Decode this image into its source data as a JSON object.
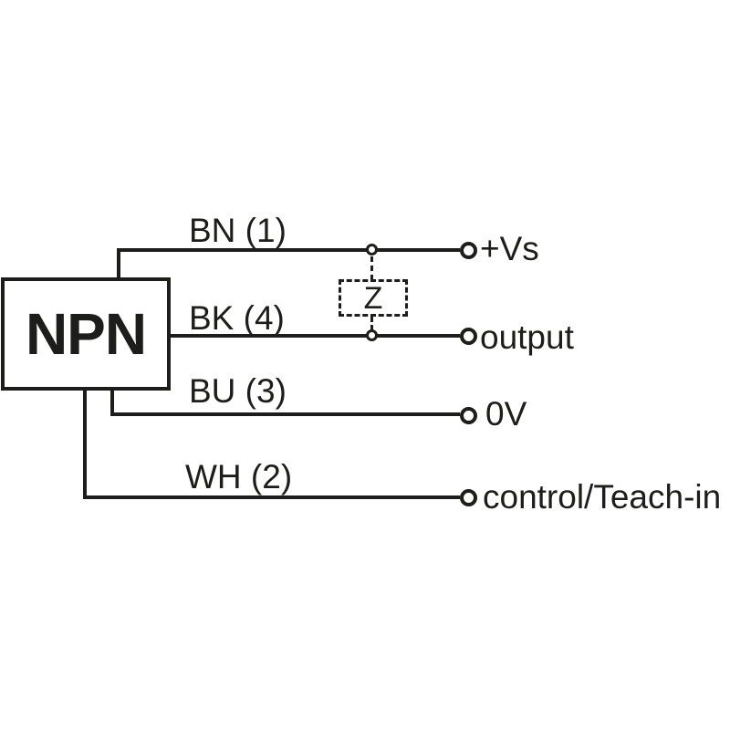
{
  "colors": {
    "ink": "#1d1d1b",
    "paper": "#ffffff"
  },
  "device": {
    "label": "NPN"
  },
  "load": {
    "label": "Z"
  },
  "wires": [
    {
      "label": "BN (1)",
      "terminal_label": "+Vs"
    },
    {
      "label": "BK (4)",
      "terminal_label": "output"
    },
    {
      "label": "BU (3)",
      "terminal_label": "0V"
    },
    {
      "label": "WH (2)",
      "terminal_label": "control/Teach-in"
    }
  ]
}
